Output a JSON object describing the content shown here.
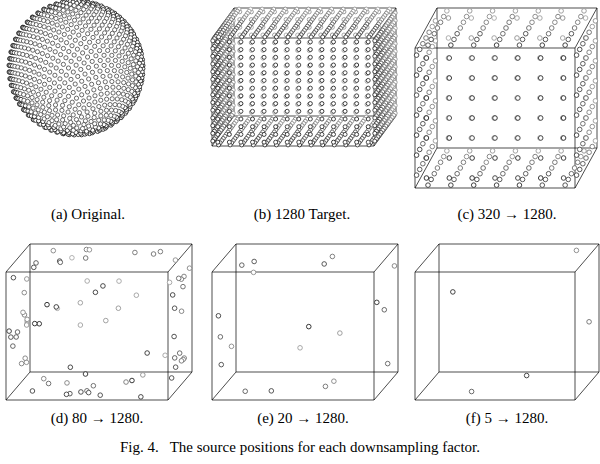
{
  "diagram": {
    "caption": "Fig. 4.   The source positions for each downsampling factor.",
    "labels": [
      "(a) Original.",
      "(b) 1280 Target.",
      "(c) 320 → 1280.",
      "(d) 80 → 1280.",
      "(e) 20 → 1280.",
      "(f) 5 → 1280."
    ]
  }
}
